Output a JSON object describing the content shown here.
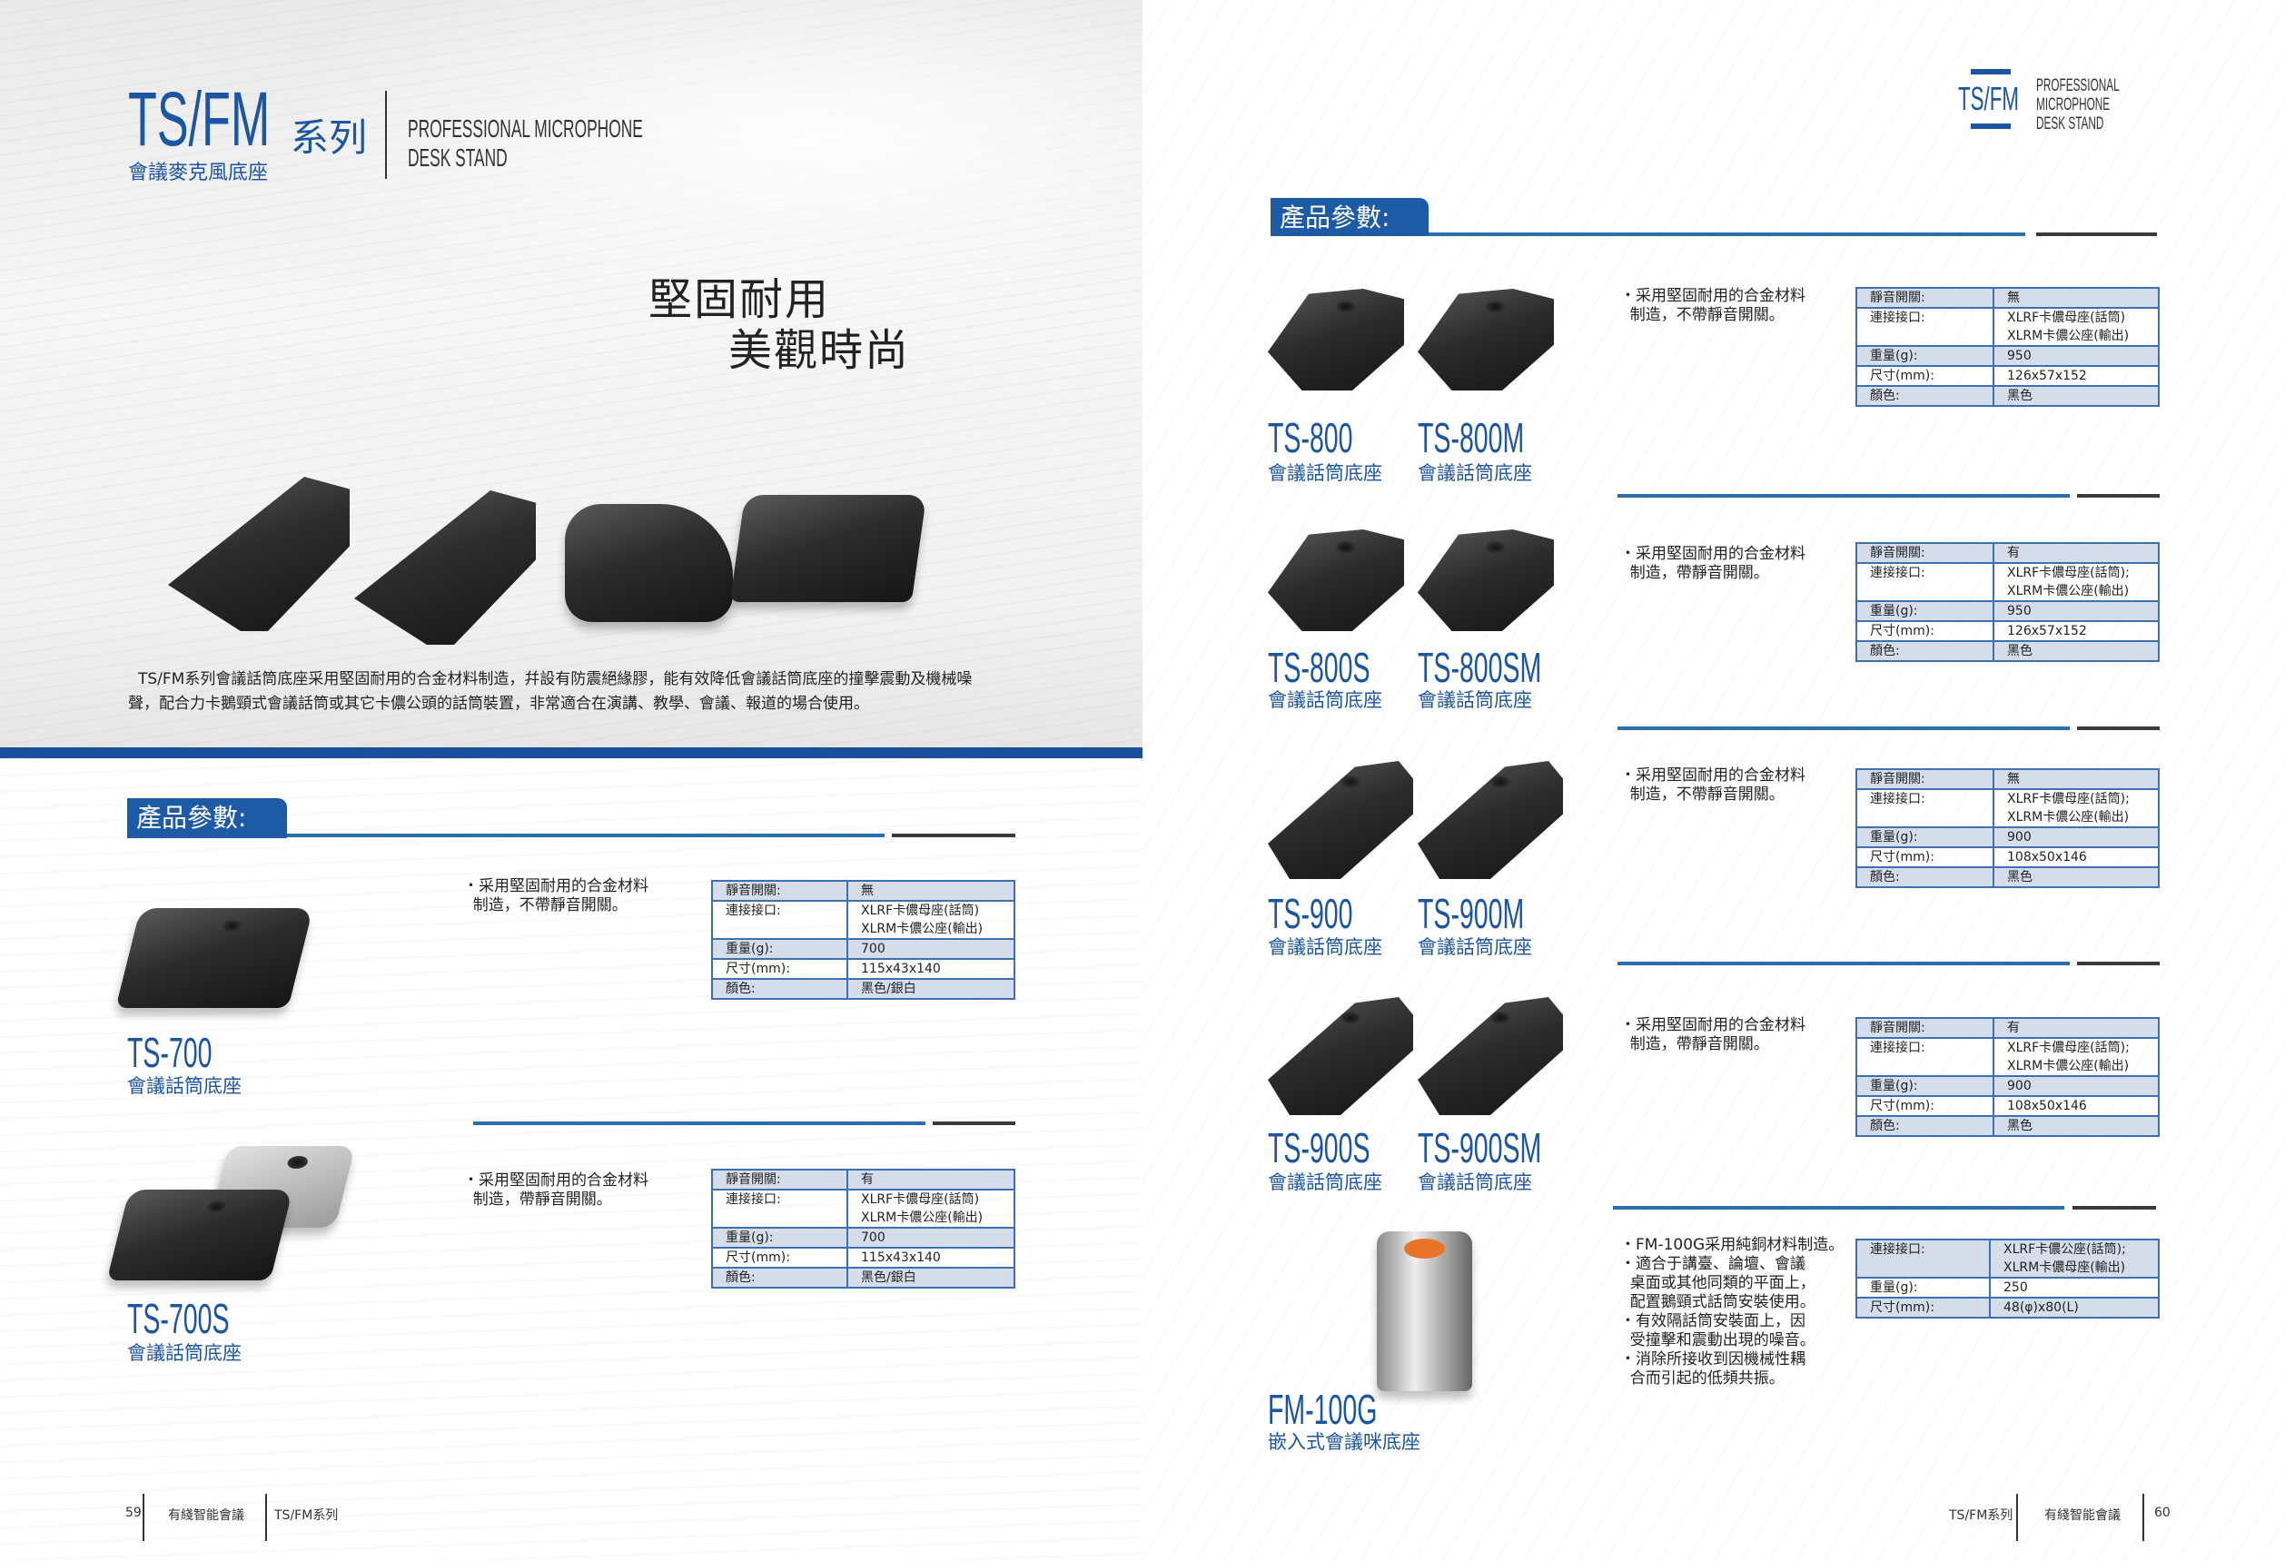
{
  "left": {
    "header": {
      "series_code": "TS/FM",
      "series_suffix": "系列",
      "series_subtitle": "會議麥克風底座",
      "eng_line1": "PROFESSIONAL MICROPHONE",
      "eng_line2": "DESK STAND"
    },
    "slogan": {
      "line1": "堅固耐用",
      "line2": "美觀時尚"
    },
    "intro_line1": "TS/FM系列會議話筒底座采用堅固耐用的合金材料制造，幷設有防震絕緣膠，能有效降低會議話筒底座的撞擊震動及機械噪",
    "intro_line2": "聲，配合力卡鵝頸式會議話筒或其它卡儂公頭的話筒裝置，非常適合在演講、教學、會議、報道的場合使用。",
    "section_title": "產品參數:",
    "footer": {
      "page": "59",
      "brand": "有綫智能會議",
      "series": "TS/FM系列"
    }
  },
  "right": {
    "logo": {
      "mark": "TS/FM",
      "line1": "PROFESSIONAL",
      "line2": "MICROPHONE",
      "line3": "DESK STAND"
    },
    "section_title": "產品參數:",
    "footer": {
      "page": "60",
      "brand": "有綫智能會議",
      "series": "TS/FM系列"
    }
  },
  "products": [
    {
      "page": "left",
      "models": [
        {
          "name": "TS-700",
          "sub": "會議話筒底座"
        }
      ],
      "desc": "・采用堅固耐用的合金材料\n  制造，不帶靜音開關。",
      "specs": [
        [
          "靜音開關:",
          "無"
        ],
        [
          "連接接口:",
          "XLRF卡儂母座(話筒)\nXLRM卡儂公座(輸出)"
        ],
        [
          "重量(g):",
          "700"
        ],
        [
          "尺寸(mm):",
          "115x43x140"
        ],
        [
          "顏色:",
          "黑色/銀白"
        ]
      ]
    },
    {
      "page": "left",
      "models": [
        {
          "name": "TS-700S",
          "sub": "會議話筒底座"
        }
      ],
      "desc": "・采用堅固耐用的合金材料\n  制造，帶靜音開關。",
      "specs": [
        [
          "靜音開關:",
          "有"
        ],
        [
          "連接接口:",
          "XLRF卡儂母座(話筒)\nXLRM卡儂公座(輸出)"
        ],
        [
          "重量(g):",
          "700"
        ],
        [
          "尺寸(mm):",
          "115x43x140"
        ],
        [
          "顏色:",
          "黑色/銀白"
        ]
      ]
    },
    {
      "page": "right",
      "models": [
        {
          "name": "TS-800",
          "sub": "會議話筒底座"
        },
        {
          "name": "TS-800M",
          "sub": "會議話筒底座"
        }
      ],
      "desc": "・采用堅固耐用的合金材料\n  制造，不帶靜音開關。",
      "specs": [
        [
          "靜音開關:",
          "無"
        ],
        [
          "連接接口:",
          "XLRF卡儂母座(話筒)\nXLRM卡儂公座(輸出)"
        ],
        [
          "重量(g):",
          "950"
        ],
        [
          "尺寸(mm):",
          "126x57x152"
        ],
        [
          "顏色:",
          "黑色"
        ]
      ]
    },
    {
      "page": "right",
      "models": [
        {
          "name": "TS-800S",
          "sub": "會議話筒底座"
        },
        {
          "name": "TS-800SM",
          "sub": "會議話筒底座"
        }
      ],
      "desc": "・采用堅固耐用的合金材料\n  制造，帶靜音開關。",
      "specs": [
        [
          "靜音開關:",
          "有"
        ],
        [
          "連接接口:",
          "XLRF卡儂母座(話筒);\nXLRM卡儂公座(輸出)"
        ],
        [
          "重量(g):",
          "950"
        ],
        [
          "尺寸(mm):",
          "126x57x152"
        ],
        [
          "顏色:",
          "黑色"
        ]
      ]
    },
    {
      "page": "right",
      "models": [
        {
          "name": "TS-900",
          "sub": "會議話筒底座"
        },
        {
          "name": "TS-900M",
          "sub": "會議話筒底座"
        }
      ],
      "desc": "・采用堅固耐用的合金材料\n  制造，不帶靜音開關。",
      "specs": [
        [
          "靜音開關:",
          "無"
        ],
        [
          "連接接口:",
          "XLRF卡儂母座(話筒);\nXLRM卡儂公座(輸出)"
        ],
        [
          "重量(g):",
          "900"
        ],
        [
          "尺寸(mm):",
          "108x50x146"
        ],
        [
          "顏色:",
          "黑色"
        ]
      ]
    },
    {
      "page": "right",
      "models": [
        {
          "name": "TS-900S",
          "sub": "會議話筒底座"
        },
        {
          "name": "TS-900SM",
          "sub": "會議話筒底座"
        }
      ],
      "desc": "・采用堅固耐用的合金材料\n  制造，帶靜音開關。",
      "specs": [
        [
          "靜音開關:",
          "有"
        ],
        [
          "連接接口:",
          "XLRF卡儂母座(話筒);\nXLRM卡儂公座(輸出)"
        ],
        [
          "重量(g):",
          "900"
        ],
        [
          "尺寸(mm):",
          "108x50x146"
        ],
        [
          "顏色:",
          "黑色"
        ]
      ]
    },
    {
      "page": "right",
      "models": [
        {
          "name": "FM-100G",
          "sub": "嵌入式會議咪底座"
        }
      ],
      "desc": "・FM-100G采用純銅材料制造。\n・適合于講臺、論壇、會議\n  桌面或其他同類的平面上，\n  配置鵝頸式話筒安裝使用。\n・有效隔話筒安裝面上，因\n  受撞擊和震動出現的噪音。\n・消除所接收到因機械性耦\n  合而引起的低頻共振。",
      "specs": [
        [
          "連接接口:",
          "XLRF卡儂公座(話筒);\nXLRM卡儂母座(輸出)"
        ],
        [
          "重量(g):",
          "250"
        ],
        [
          "尺寸(mm):",
          "48(φ)x80(L)"
        ]
      ]
    }
  ]
}
